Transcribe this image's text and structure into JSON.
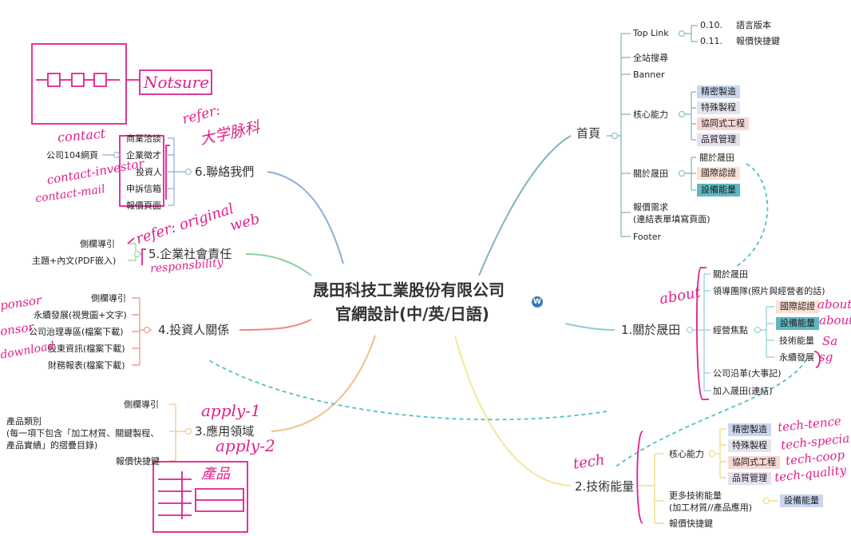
{
  "center": {
    "line1": "晟田科技工業股份有限公司",
    "line2": "官網設計(中/英/日語)"
  },
  "branches": {
    "home": {
      "label": "首頁",
      "items": {
        "top_link": "Top Link",
        "top_link_children": [
          [
            "0.10.",
            "語言版本"
          ],
          [
            "0.11.",
            "報價快捷鍵"
          ]
        ],
        "search": "全站搜尋",
        "banner": "Banner",
        "core": "核心能力",
        "core_children": [
          "精密製造",
          "特殊製程",
          "協同式工程",
          "品質管理"
        ],
        "about": "關於晟田",
        "about_children": [
          "關於晟田",
          "國際認證",
          "設備能量"
        ],
        "quote_line1": "報價需求",
        "quote_line2": "(連結表單填寫頁面)",
        "footer": "Footer"
      }
    },
    "about": {
      "label": "1.關於晟田",
      "items": {
        "about": "關於晟田",
        "leaders": "領導團隊(照片與經營者的話)",
        "focus": "經營焦點",
        "focus_children": [
          "國際認證",
          "設備能量",
          "技術能量",
          "永續發展"
        ],
        "history": "公司沿革(大事記)",
        "join": "加入晟田(連結)"
      }
    },
    "tech": {
      "label": "2.技術能量",
      "items": {
        "core": "核心能力",
        "core_children": [
          "精密製造",
          "特殊製程",
          "協同式工程",
          "品質管理"
        ],
        "more_line1": "更多技術能量",
        "more_line2": "(加工材質//產品應用)",
        "more_child": "設備能量",
        "quote": "報價快捷鍵"
      }
    },
    "apps": {
      "label": "3.應用領域",
      "items": {
        "sidebar": "側欄導引",
        "product_line1": "產品類別",
        "product_line2": "(每一項下包含「加工材質、關鍵製程、",
        "product_line3": "產品實績」的摺疊目錄)",
        "quote": "報價快捷鍵"
      }
    },
    "investor": {
      "label": "4.投資人關係",
      "items": [
        "側欄導引",
        "永續發展(視覺圖+文字)",
        "公司治理專區(檔案下載)",
        "股東資訊(檔案下載)",
        "財務報表(檔案下載)"
      ]
    },
    "csr": {
      "label": "5.企業社會責任",
      "items": [
        "側欄導引",
        "主題+內文(PDF嵌入)"
      ]
    },
    "contact": {
      "label": "6.聯絡我們",
      "items": [
        "商業洽談",
        "企業徵才",
        "投資人",
        "申訴信箱",
        "報價頁面"
      ],
      "link": "公司104網頁"
    }
  },
  "annotations": {
    "not_sure": "Notsure",
    "refer_top": "refer:",
    "refer_top2": "大学脉科",
    "contact": "contact",
    "contact_investor": "contact-investor",
    "contact_mail": "contact-mail",
    "refer_original": "refer: original",
    "web": "web",
    "responsibility": "responsbility",
    "sponsor1": "ponsor",
    "sponsor2": "onsor",
    "download": "download",
    "apply1": "apply-1",
    "apply2": "apply-2",
    "product": "產品",
    "about_hand": "about",
    "about_r1": "about",
    "about_r2": "about-t",
    "sg1": "Sa",
    "sg2": "sg",
    "tech": "tech",
    "tech_tence": "tech-tence",
    "tech_special": "tech-specia",
    "tech_coop": "tech-coop",
    "tech_quality": "tech-quality"
  },
  "colors": {
    "home": "#7fb3b8",
    "about": "#8fcfd2",
    "tech": "#f2e79a",
    "apps": "#f2c08a",
    "investor": "#ef8a80",
    "csr": "#8fd19b",
    "contact": "#8aafd6",
    "blue_box": "#c9d6ee",
    "red_box": "#f6d7d3",
    "teal_box": "#5fb8c1",
    "peach_box": "#fbe1d4",
    "pink_hand": "#e0218a"
  }
}
